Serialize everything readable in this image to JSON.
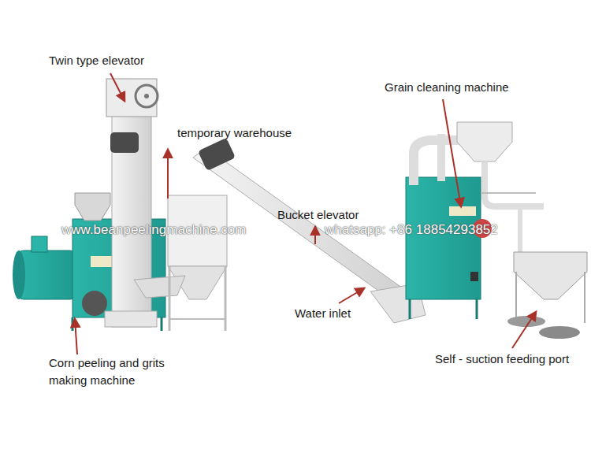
{
  "diagram": {
    "labels": [
      "Twin type elevator",
      "temporary warehouse",
      "Grain cleaning machine",
      "Bucket elevator",
      "Water inlet",
      "Corn peeling and grits making machine",
      "Self - suction feeding port",
      "www.beanpeelingmachine.com",
      "whatsapp: +86 18854293852"
    ]
  }
}
